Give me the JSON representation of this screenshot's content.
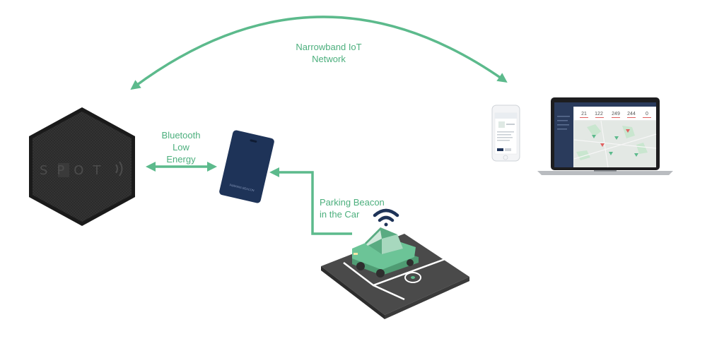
{
  "labels": {
    "network_line1": "Narrowband IoT",
    "network_line2": "Network",
    "bluetooth_line1": "Bluetooth",
    "bluetooth_line2": "Low",
    "bluetooth_line3": "Energy",
    "beacon_line1": "Parking Beacon",
    "beacon_line2": "in the Car"
  },
  "devices": {
    "hub_logo": "SPOT",
    "card_text": "PARKING BEACON"
  },
  "dashboard": {
    "stats": [
      "21",
      "122",
      "249",
      "244",
      "0"
    ]
  },
  "colors": {
    "accent_green": "#5cba8c",
    "hub_dark": "#262626",
    "card_navy": "#1e3358",
    "car_green": "#6cc497",
    "lot_gray": "#4a4a4a"
  }
}
